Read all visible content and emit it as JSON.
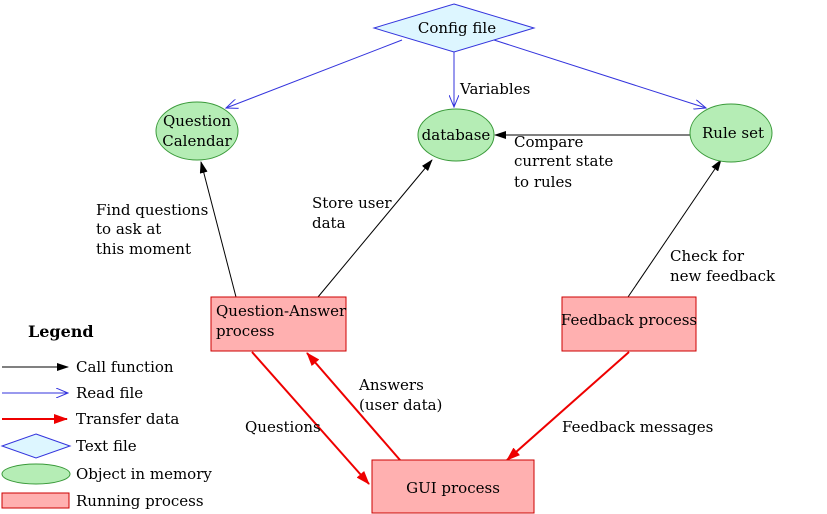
{
  "colors": {
    "call": "#000000",
    "read": "#3333dd",
    "transfer": "#ee0000",
    "text_file_fill": "#ddf6ff",
    "text_file_stroke": "#3333dd",
    "memory_fill": "#b5edb5",
    "memory_stroke": "#3a9a3a",
    "process_fill": "#ffb0b0",
    "process_stroke": "#cc0000"
  },
  "nodes": {
    "config_file": "Config file",
    "question_calendar": [
      "Question",
      "Calendar"
    ],
    "database": "database",
    "rule_set": "Rule set",
    "question_answer": [
      "Question-Answer",
      "process"
    ],
    "feedback_process": "Feedback process",
    "gui_process": "GUI process"
  },
  "edge_labels": {
    "variables": "Variables",
    "compare": [
      "Compare",
      "current state",
      "to rules"
    ],
    "find_questions": [
      "Find questions",
      "to ask at",
      "this moment"
    ],
    "store_user_data": [
      "Store user",
      "data"
    ],
    "check_feedback": [
      "Check for",
      "new feedback"
    ],
    "answers": [
      "Answers",
      "(user data)"
    ],
    "questions": "Questions",
    "feedback_messages": "Feedback messages"
  },
  "legend": {
    "title": "Legend",
    "call_function": "Call function",
    "read_file": "Read file",
    "transfer_data": "Transfer data",
    "text_file": "Text file",
    "object_in_memory": "Object in memory",
    "running_process": "Running process"
  }
}
